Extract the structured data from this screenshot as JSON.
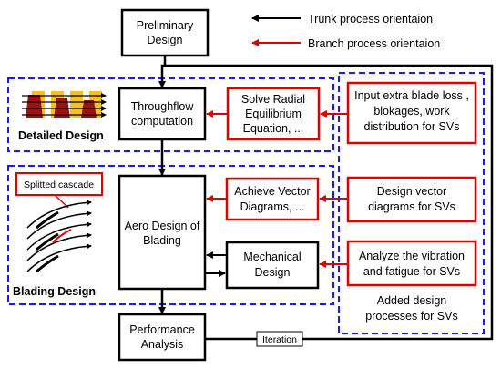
{
  "legend": {
    "trunk": "Trunk process orientaion",
    "branch": "Branch process orientaion",
    "trunk_color": "#000000",
    "branch_color": "#e00000"
  },
  "boxes": {
    "preliminary": [
      "Preliminary",
      "Design"
    ],
    "throughflow": [
      "Throughflow",
      "computation"
    ],
    "radial": [
      "Solve Radial",
      "Equilibrium",
      "Equation, ..."
    ],
    "input_loss": [
      "Input extra blade loss ,",
      "blokages, work",
      "distribution for SVs"
    ],
    "aero": [
      "Aero Design of",
      "Blading"
    ],
    "vector": [
      "Achieve Vector",
      "Diagrams, ..."
    ],
    "design_vector": [
      "Design vector",
      "diagrams for SVs"
    ],
    "mechanical": [
      "Mechanical",
      "Design"
    ],
    "vibration": [
      "Analyze the vibration",
      "and fatigue for SVs"
    ],
    "performance": [
      "Performance",
      "Analysis"
    ]
  },
  "regions": {
    "detailed": "Detailed Design",
    "blading": "Blading Design",
    "added": [
      "Added design",
      "processes for SVs"
    ],
    "splitted": "Splitted cascade",
    "iteration": "Iteration"
  },
  "colors": {
    "dash_blue": "#1a1aff",
    "red": "#e00000",
    "yellow": "#f4c025",
    "darkred": "#a01010"
  }
}
